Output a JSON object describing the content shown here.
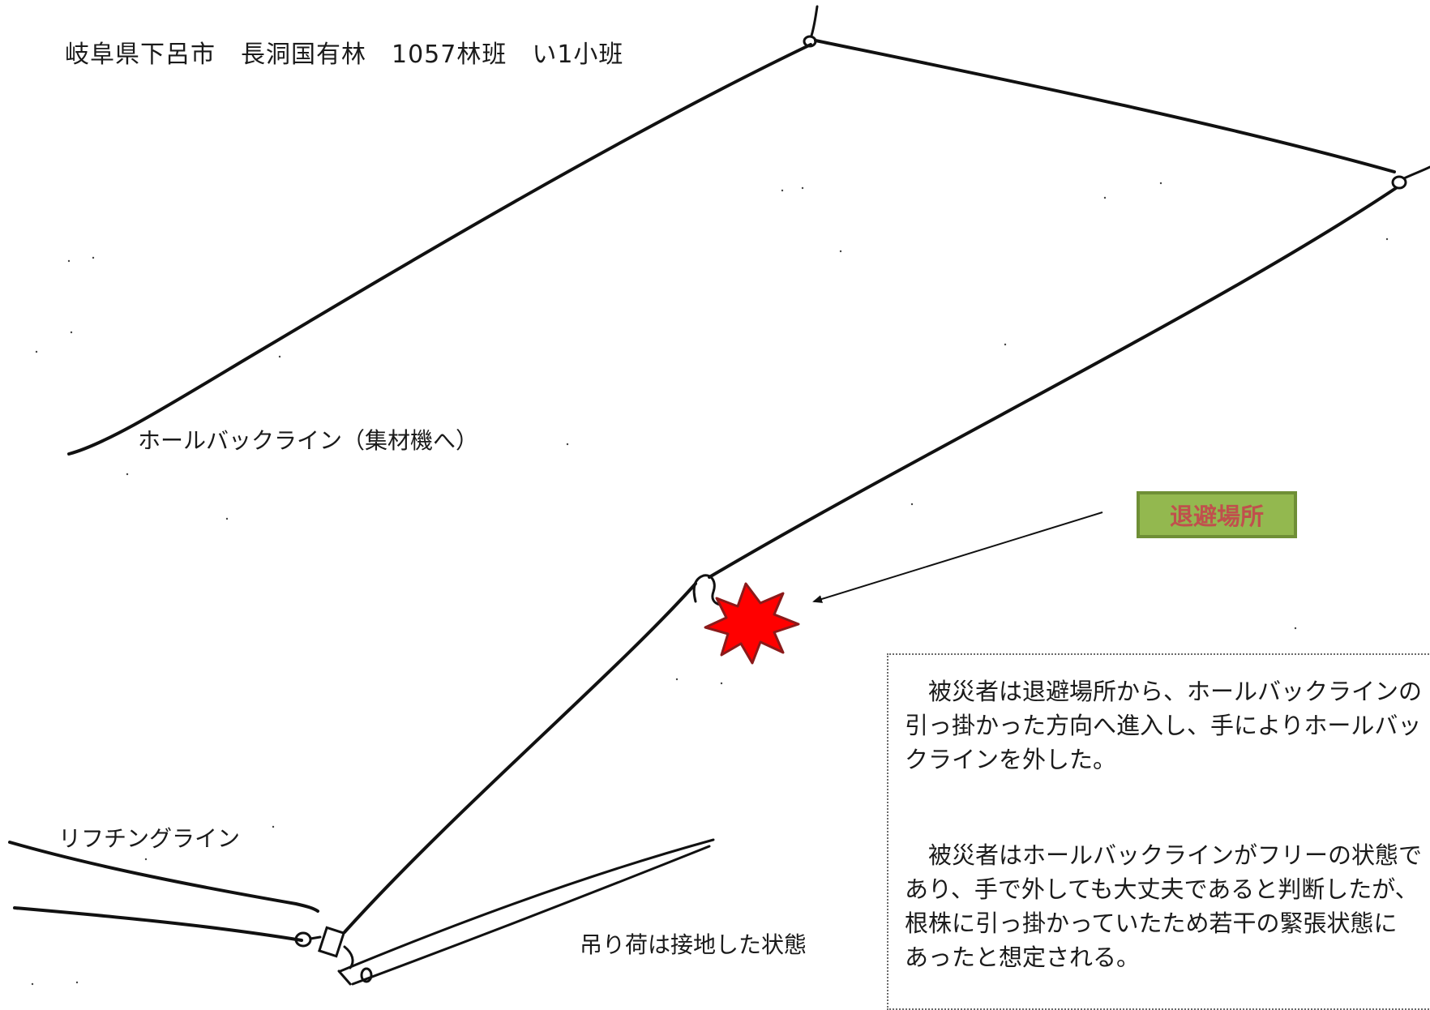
{
  "diagram": {
    "location_title": "岐阜県下呂市　長洞国有林　1057林班　い1小班",
    "holdback_line_label": "ホールバックライン（集材機へ）",
    "lifting_line_label": "リフチングライン",
    "load_label": "吊り荷は接地した状態",
    "refuge_label": "退避場所",
    "note_paragraph_1": "　被災者は退避場所から、ホールバックラインの\n引っ掛かった方向へ進入し、手によりホールバッ\nクラインを外した。",
    "note_paragraph_2": "　被災者はホールバックラインがフリーの状態で\nあり、手で外しても大丈夫であると判断したが、\n根株に引っ掛かっていたため若干の緊張状態に\nあったと想定される。"
  },
  "colors": {
    "refuge_box_fill": "#93b84f",
    "refuge_box_border": "#6f8f36",
    "refuge_text": "#c0504d",
    "impact_burst": "#ff0000",
    "burst_outline": "#8b1a1a",
    "line_ink": "#111111"
  }
}
